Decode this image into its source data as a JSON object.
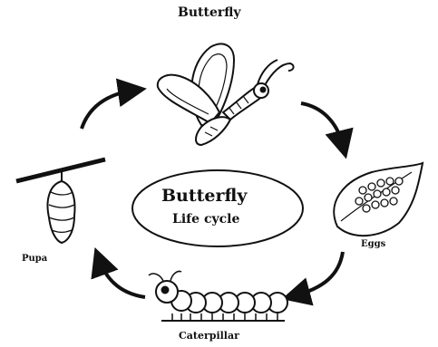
{
  "labels": {
    "butterfly": "Butterfly",
    "eggs": "Eggs",
    "caterpillar": "Caterpillar",
    "pupa": "Pupa"
  },
  "center": {
    "title": "Butterfly",
    "subtitle": "Life cycle"
  },
  "icons": [
    "butterfly-icon",
    "eggs-icon",
    "caterpillar-icon",
    "pupa-icon",
    "cycle-arrow-icon"
  ],
  "colors": {
    "ink": "#111111",
    "background": "#ffffff"
  }
}
